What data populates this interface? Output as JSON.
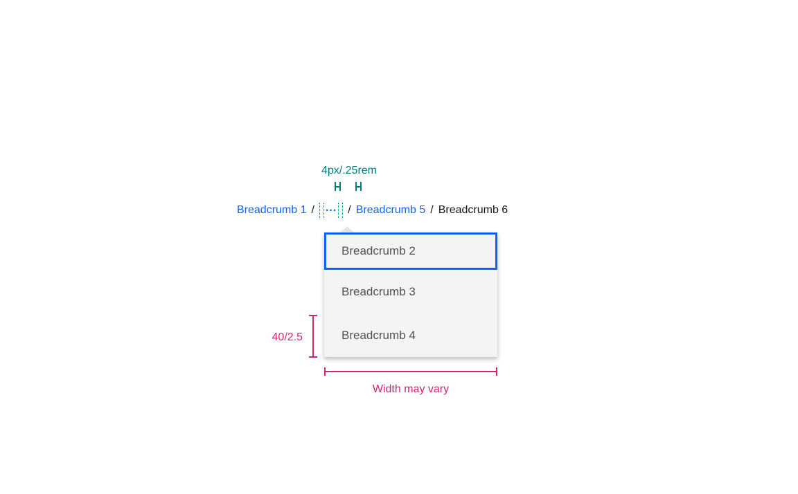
{
  "breadcrumb": {
    "separator": "/",
    "item1": "Breadcrumb 1",
    "overflow_ellipsis": "...",
    "item5": "Breadcrumb 5",
    "item6": "Breadcrumb 6"
  },
  "menu": {
    "item1": "Breadcrumb 2",
    "item2": "Breadcrumb 3",
    "item3": "Breadcrumb 4",
    "focused_item": "Breadcrumb 2"
  },
  "annotations": {
    "gap_label": "4px/.25rem",
    "item_height_label": "40/2.5",
    "width_label": "Width may vary"
  },
  "colors": {
    "link_blue": "#0f62fe",
    "focus_border_blue": "#0f62fe",
    "annotation_teal": "#007d79",
    "annotation_pink": "#d02670",
    "menu_background": "#f4f4f4",
    "menu_text": "#525252",
    "current_text": "#161616",
    "page_background": "#ffffff"
  }
}
